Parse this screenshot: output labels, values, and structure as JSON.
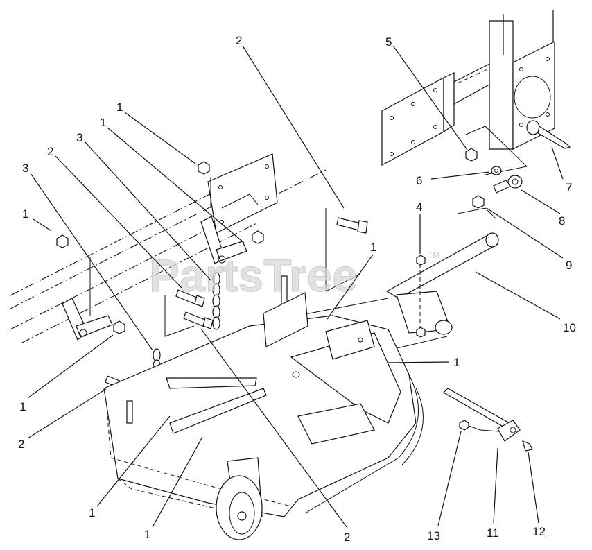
{
  "watermark": {
    "text": "PartsTree",
    "trademark": "TM"
  },
  "callouts": [
    {
      "id": "c01",
      "label": "1"
    },
    {
      "id": "c02",
      "label": "1"
    },
    {
      "id": "c03",
      "label": "1"
    },
    {
      "id": "c04",
      "label": "1"
    },
    {
      "id": "c05",
      "label": "1"
    },
    {
      "id": "c06",
      "label": "1"
    },
    {
      "id": "c07",
      "label": "1"
    },
    {
      "id": "c08",
      "label": "1"
    },
    {
      "id": "c09",
      "label": "2"
    },
    {
      "id": "c10",
      "label": "2"
    },
    {
      "id": "c11",
      "label": "2"
    },
    {
      "id": "c12",
      "label": "2"
    },
    {
      "id": "c13",
      "label": "3"
    },
    {
      "id": "c14",
      "label": "3"
    },
    {
      "id": "c15",
      "label": "4"
    },
    {
      "id": "c16",
      "label": "5"
    },
    {
      "id": "c17",
      "label": "6"
    },
    {
      "id": "c18",
      "label": "7"
    },
    {
      "id": "c19",
      "label": "8"
    },
    {
      "id": "c20",
      "label": "9"
    },
    {
      "id": "c21",
      "label": "10"
    },
    {
      "id": "c22",
      "label": "11"
    },
    {
      "id": "c23",
      "label": "12"
    },
    {
      "id": "c24",
      "label": "13"
    },
    {
      "id": "c25",
      "label": "1"
    }
  ]
}
